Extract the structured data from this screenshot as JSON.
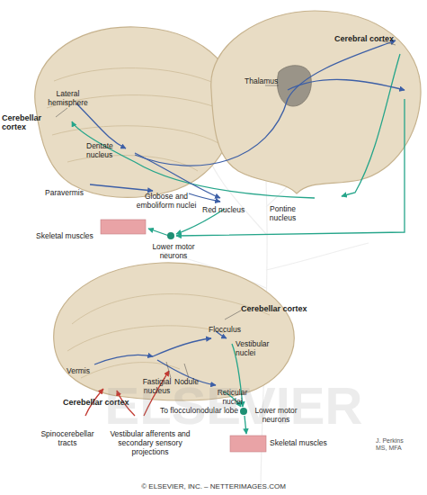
{
  "diagram": {
    "labels": [
      "Cerebral cortex",
      "Thalamus",
      "Lateral hemisphere",
      "Cerebellar cortex",
      "Dentate nucleus",
      "Paravermis",
      "Globose and emboliform nuclei",
      "Red nucleus",
      "Pontine nucleus",
      "Skeletal muscles",
      "Lower motor neurons",
      "Cerebellar cortex",
      "Flocculus",
      "Vestibular nuclei",
      "Vermis",
      "Fastigial nucleus",
      "Nodule",
      "Reticular nuclei",
      "Cerebellar cortex",
      "To flocculonodular lobe",
      "Lower motor neurons",
      "Spinocerebellar tracts",
      "Vestibular afferents and secondary sensory projections",
      "Skeletal muscles",
      "J. Perkins MS, MFA",
      "ELSEVIER",
      "© ELSEVIER, INC. – NETTERIMAGES.COM"
    ]
  }
}
